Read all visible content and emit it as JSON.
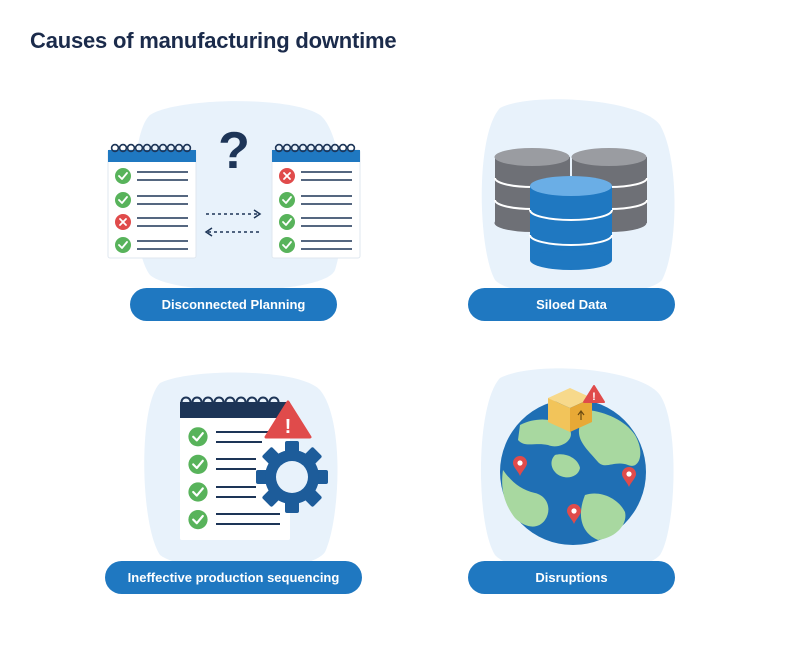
{
  "title": "Causes of manufacturing downtime",
  "colors": {
    "title": "#1b2b4b",
    "pill": "#1f78c1",
    "blob": "#e8f2fb",
    "check": "#58b35b",
    "cross": "#e04b4b",
    "dark_navy": "#1d3557",
    "db_gray": "#6e7076",
    "db_blue": "#1f78c1",
    "land": "#a8d8a0",
    "ocean": "#1f6fb4"
  },
  "cards": [
    {
      "id": "disconnected-planning",
      "label": "Disconnected Planning",
      "icons": [
        "checklist-icon",
        "question-mark-icon",
        "arrow-right-icon",
        "arrow-left-icon",
        "checklist-icon"
      ]
    },
    {
      "id": "siloed-data",
      "label": "Siloed Data",
      "icons": [
        "database-icon"
      ]
    },
    {
      "id": "ineffective-sequencing",
      "label": "Ineffective production sequencing",
      "icons": [
        "checklist-icon",
        "gear-icon",
        "warning-icon"
      ]
    },
    {
      "id": "disruptions",
      "label": "Disruptions",
      "icons": [
        "globe-icon",
        "map-pin-icon",
        "package-icon",
        "warning-icon"
      ]
    }
  ]
}
